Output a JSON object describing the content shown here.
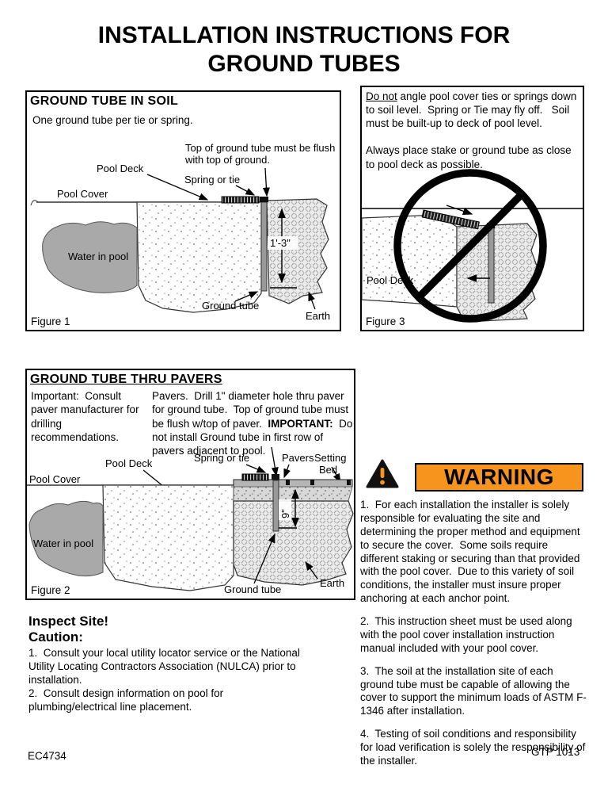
{
  "page": {
    "title_line1": "INSTALLATION INSTRUCTIONS FOR",
    "title_line2": "GROUND TUBES",
    "footer_left": "EC4734",
    "footer_right": "GTP 1013"
  },
  "soil": {
    "heading": "GROUND TUBE IN SOIL",
    "intro": "One ground tube per tie or spring.",
    "flush_note_line1": "Top of ground tube must be flush",
    "flush_note_line2": "with top of ground.",
    "pool_deck": "Pool Deck",
    "spring_or_tie": "Spring or tie",
    "pool_cover": "Pool Cover",
    "water_in_pool": "Water in pool",
    "dimension": "1'-3\"",
    "ground_tube": "Ground tube",
    "earth": "Earth",
    "figure_label": "Figure 1"
  },
  "no_angle": {
    "para1_underline": "Do not",
    "para1_rest": " angle pool cover ties or springs down to soil level.  Spring or Tie may fly off.   Soil must be built-up to deck of pool level.",
    "para2": "Always place stake or ground tube as close to pool deck as possible.",
    "pool_deck": "Pool Deck",
    "figure_label": "Figure 3"
  },
  "pavers": {
    "heading": "GROUND TUBE THRU PAVERS",
    "left_note": "Important:  Consult paver manufacturer for drilling recommendations.",
    "right_note_part1": "Pavers.  Drill 1\" diameter hole thru paver for ground tube.  Top of ground tube must be flush w/top of paver.  ",
    "right_note_bold": "IMPORTANT:",
    "right_note_part2": "  Do not install Ground tube in first row of pavers adjacent to pool.",
    "spring_or_tie": "Spring or tie",
    "pavers_label": "Pavers",
    "setting": "Setting",
    "bed": "Bed",
    "pool_deck": "Pool Deck",
    "pool_cover": "Pool Cover",
    "water_in_pool": "Water in pool",
    "dimension": "9\"",
    "ground_tube": "Ground tube",
    "earth": "Earth",
    "figure_label": "Figure 2"
  },
  "warning": {
    "label": "WARNING",
    "accent_color": "#F7941E",
    "items": [
      "1.  For each installation the installer is solely responsible for evaluating the site and determining the proper method and equipment to secure the cover.  Some soils require different staking or securing than that provided with the pool cover.  Due to this variety of soil conditions, the installer must insure proper anchoring at each anchor point.",
      "2.  This instruction sheet must be used along with the pool cover installation instruction manual included with your pool cover.",
      "3.  The soil at the installation site of each ground tube must be capable of allowing the cover to support the minimum loads of ASTM F-1346 after installation.",
      "4.  Testing of soil conditions and responsibility for load verification is solely the responsibility of the installer."
    ]
  },
  "inspect": {
    "title": "Inspect Site!",
    "caution": "Caution:",
    "items": [
      "1.  Consult your local utility locator service or the National Utility Locating Contractors Association (NULCA) prior to installation.",
      "2.  Consult design information on pool for plumbing/electrical line placement."
    ]
  }
}
